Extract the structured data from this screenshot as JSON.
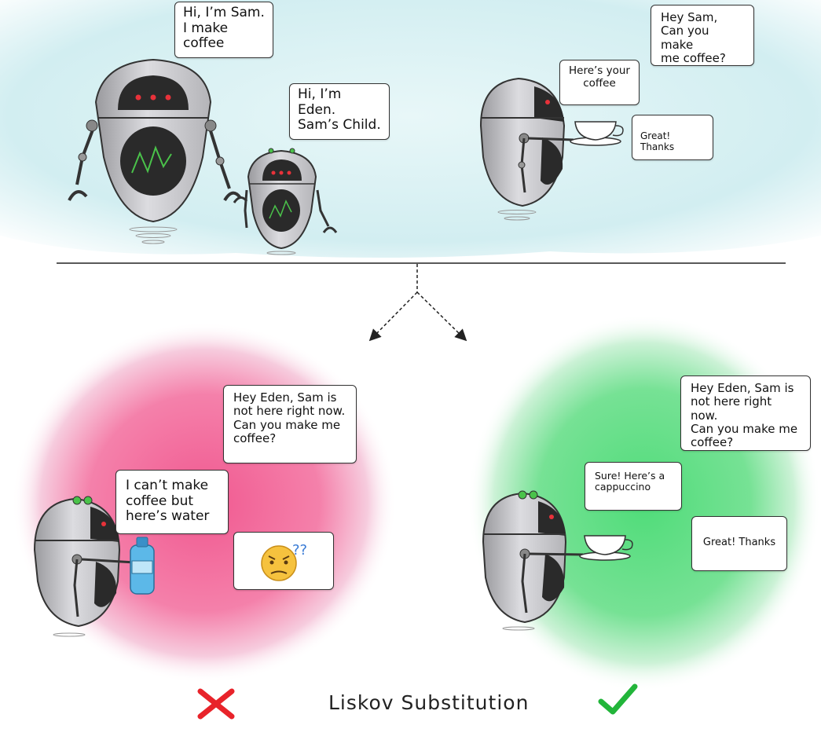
{
  "top": {
    "sam_intro": "Hi, I’m Sam.\nI make\ncoffee",
    "eden_intro": "Hi, I’m Eden.\nSam’s Child.",
    "request": "Hey Sam,\nCan you make\nme coffee?",
    "reply": "Here’s your\ncoffee",
    "thanks": "Great! Thanks"
  },
  "bad_case": {
    "request": "Hey Eden, Sam is\nnot here right now.\nCan you make me\ncoffee?",
    "reply": "I can’t make\ncoffee but\nhere’s water",
    "reaction_icon": "confused-face-emoji"
  },
  "good_case": {
    "request": "Hey Eden, Sam is\nnot here right now.\nCan you make me\ncoffee?",
    "reply": "Sure! Here’s a\ncappuccino",
    "thanks": "Great! Thanks"
  },
  "caption": "Liskov Substitution",
  "colors": {
    "top_bg": "#d6f0f2",
    "bad_blob": "#f0508a",
    "good_blob": "#4fdc7a",
    "cross": "#e8232a",
    "check": "#22b53a",
    "robot_body": "#c8c8cc",
    "robot_dark": "#2a2a2a",
    "eye_red": "#e8323a",
    "screen_line": "#4ac24a"
  }
}
